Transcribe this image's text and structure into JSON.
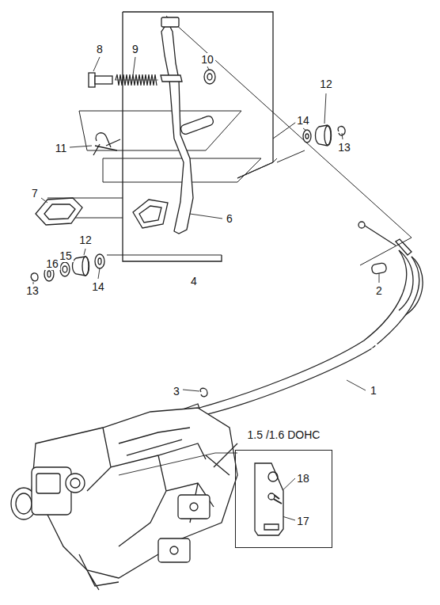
{
  "diagram": {
    "nodes": [
      {
        "text": [
          "1.5 /1.6 DOHC"
        ]
      }
    ],
    "labels": [
      "8",
      "9",
      "10",
      "11",
      "12",
      "14",
      "13",
      "7",
      "6",
      "13",
      "16",
      "15",
      "12",
      "14",
      "4",
      "2",
      "3",
      "1",
      "18",
      "17"
    ]
  }
}
